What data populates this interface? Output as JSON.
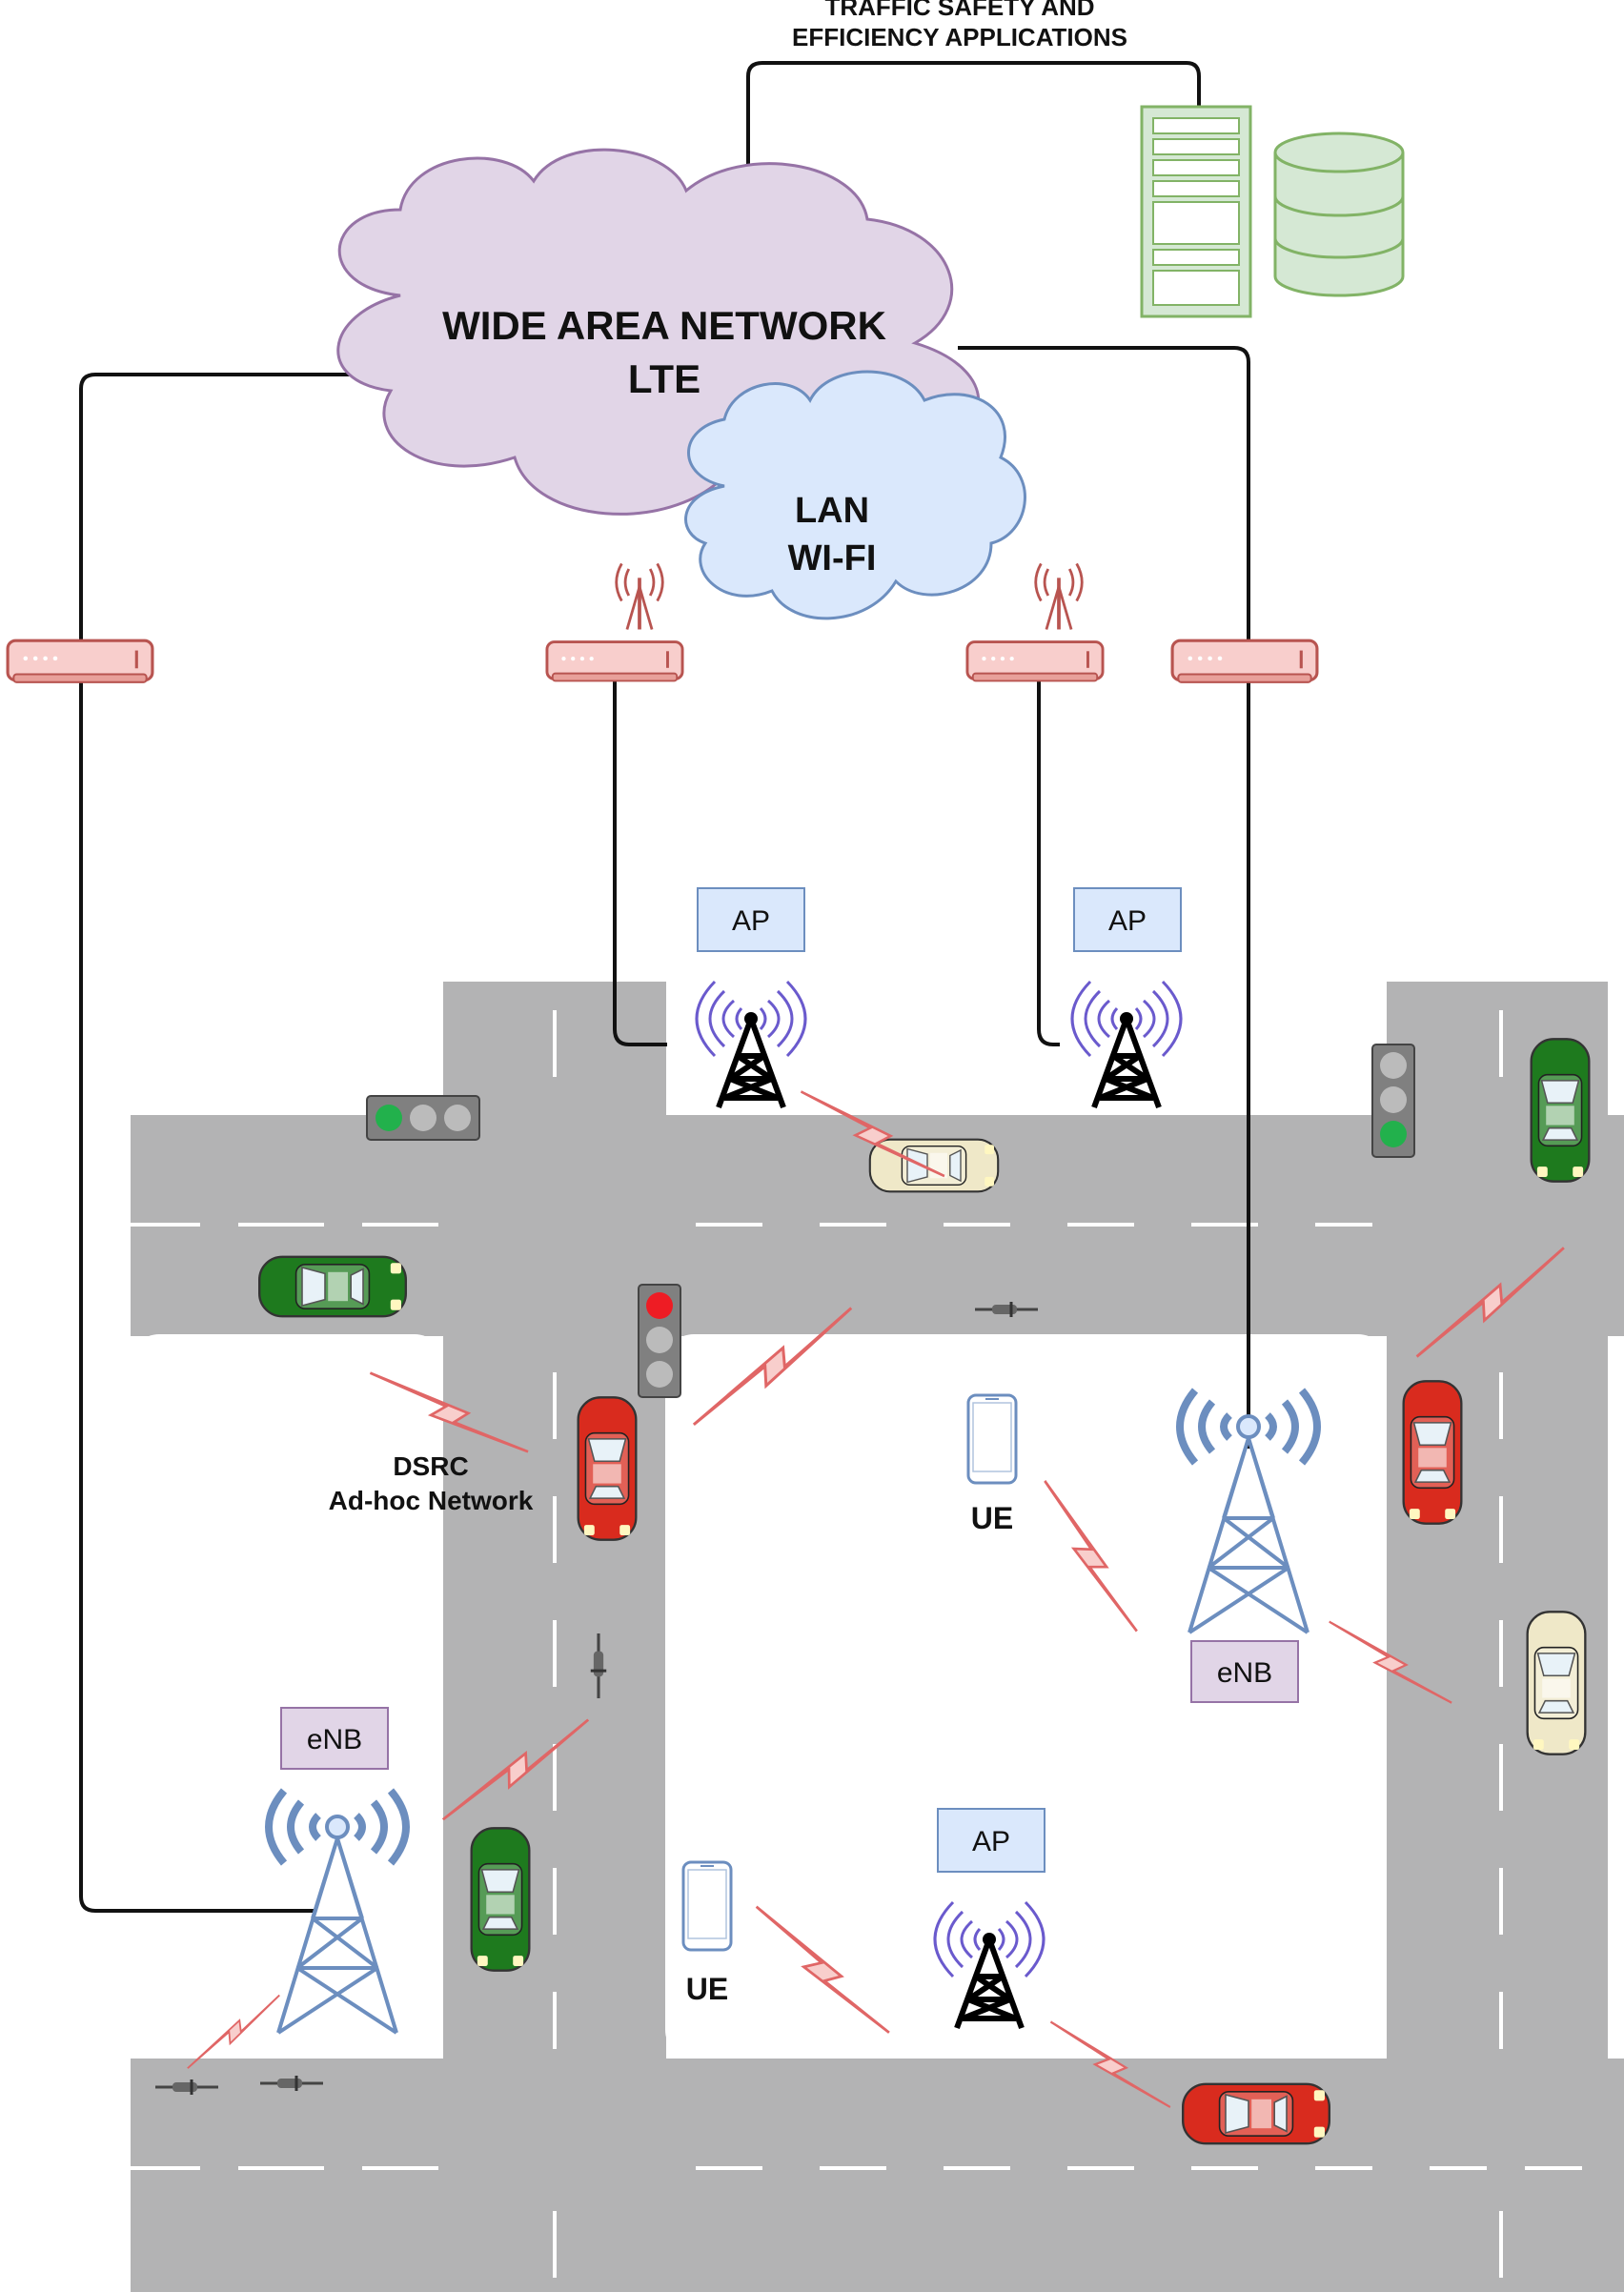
{
  "server_label": {
    "line1": "TRAFFIC SAFETY AND",
    "line2": "EFFICIENCY APPLICATIONS"
  },
  "wan_cloud": {
    "line1": "WIDE AREA NETWORK",
    "line2": "LTE",
    "color": "#e1d5e7",
    "border": "#9673a6"
  },
  "lan_cloud": {
    "line1": "LAN",
    "line2": "WI-FI",
    "color": "#dae8fc",
    "border": "#6c8ebf"
  },
  "ap_labels": [
    "AP",
    "AP",
    "AP"
  ],
  "enb_labels": [
    "eNB",
    "eNB"
  ],
  "ue_labels": [
    "UE",
    "UE"
  ],
  "dsrc_label": {
    "line1": "DSRC",
    "line2": "Ad-hoc Network"
  },
  "colors": {
    "road": "#b3b3b4",
    "lane_marking": "#ffffff",
    "router": "#f8cecc",
    "router_border": "#b85450",
    "wireless_link": "#e06666",
    "ap_box": "#dae8fc",
    "enb_box": "#e1d5e7",
    "server": "#d5e8d4",
    "server_border": "#82b366",
    "tower_blue": "#6c8ebf",
    "ap_waves": "#6a5acd",
    "car_green": "#1e7a1e",
    "car_red": "#d92b1e",
    "car_beige": "#efe8c8"
  }
}
